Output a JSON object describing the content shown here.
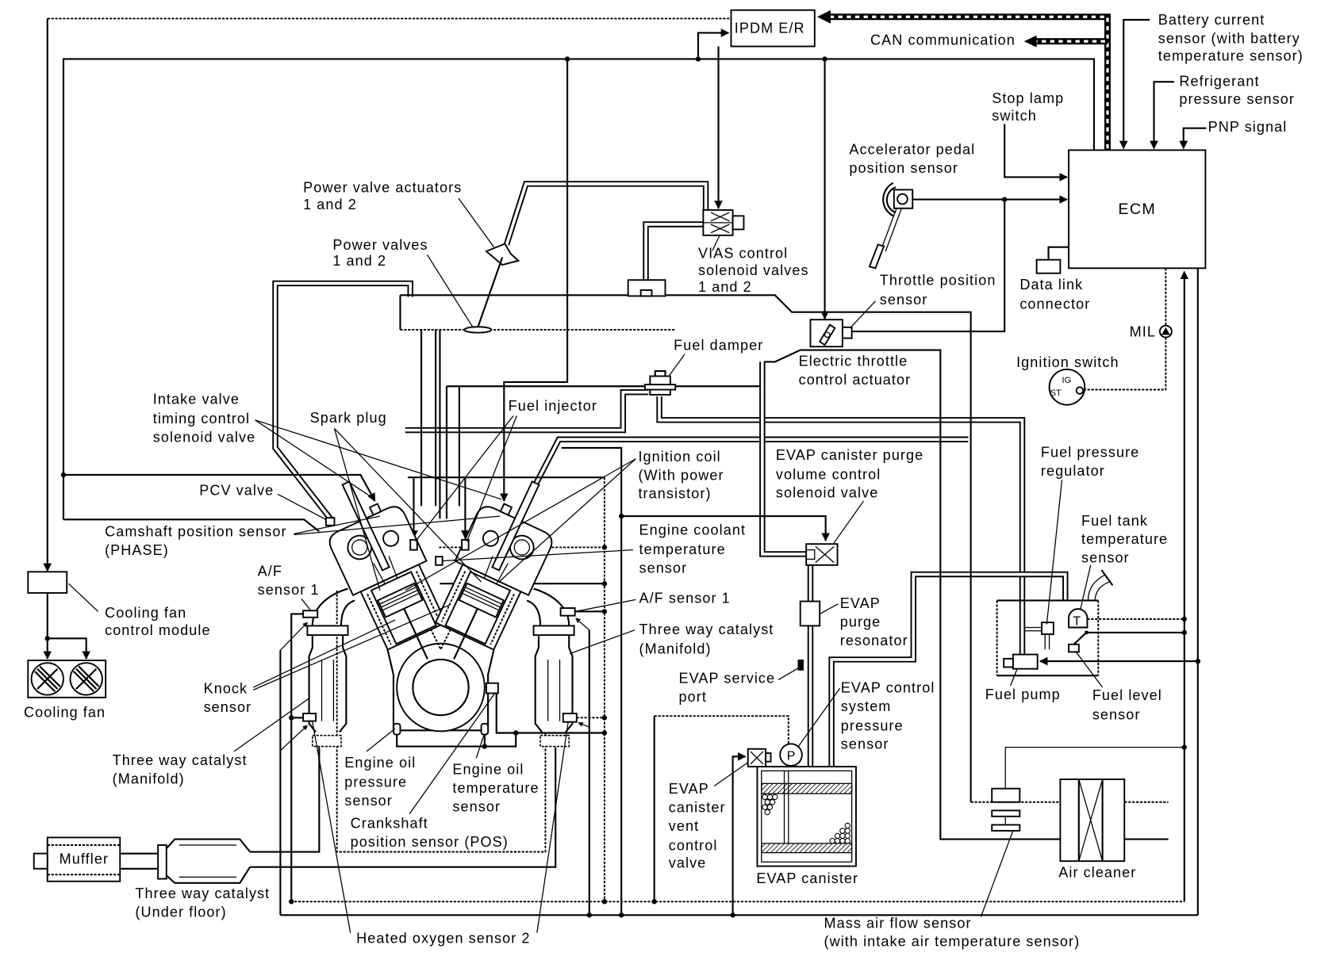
{
  "labels": {
    "ipdm": [
      "IPDM E/R"
    ],
    "can_communication": [
      "CAN communication"
    ],
    "battery_current_sensor": [
      "Battery current",
      "sensor (with battery",
      "temperature sensor)"
    ],
    "refrigerant_pressure_sensor": [
      "Refrigerant",
      "pressure sensor"
    ],
    "stop_lamp_switch": [
      "Stop lamp",
      "switch"
    ],
    "pnp_signal": [
      "PNP signal"
    ],
    "ecm": [
      "ECM"
    ],
    "accelerator_pedal_position_sensor": [
      "Accelerator pedal",
      "position sensor"
    ],
    "power_valve_actuators": [
      "Power valve actuators",
      "1 and 2"
    ],
    "power_valves": [
      "Power valves",
      "1 and 2"
    ],
    "vias_control_solenoid_valves": [
      "VIAS control",
      "solenoid valves",
      "1 and 2"
    ],
    "throttle_position_sensor": [
      "Throttle position",
      "sensor"
    ],
    "data_link_connector": [
      "Data link",
      "connector"
    ],
    "mil": [
      "MIL"
    ],
    "fuel_damper": [
      "Fuel damper"
    ],
    "electric_throttle_control_actuator": [
      "Electric throttle",
      "control actuator"
    ],
    "ignition_switch": [
      "Ignition switch"
    ],
    "intake_valve_timing_control_solenoid_valve": [
      "Intake valve",
      "timing control",
      "solenoid valve"
    ],
    "spark_plug": [
      "Spark plug"
    ],
    "fuel_injector": [
      "Fuel injector"
    ],
    "ignition_coil": [
      "Ignition coil",
      "(With power",
      "transistor)"
    ],
    "evap_canister_purge_volume_control_solenoid_valve": [
      "EVAP canister purge",
      "volume control",
      "solenoid valve"
    ],
    "fuel_pressure_regulator": [
      "Fuel pressure",
      "regulator"
    ],
    "pcv_valve": [
      "PCV valve"
    ],
    "fuel_tank_temperature_sensor": [
      "Fuel tank",
      "temperature",
      "sensor"
    ],
    "camshaft_position_sensor": [
      "Camshaft position sensor",
      "(PHASE)"
    ],
    "engine_coolant_temperature_sensor": [
      "Engine coolant",
      "temperature",
      "sensor"
    ],
    "af_sensor_1_left": [
      "A/F",
      "sensor 1"
    ],
    "af_sensor_1_right": [
      "A/F sensor 1"
    ],
    "evap_purge_resonator": [
      "EVAP",
      "purge",
      "resonator"
    ],
    "cooling_fan_control_module": [
      "Cooling fan",
      "control module"
    ],
    "three_way_catalyst_manifold_right": [
      "Three way catalyst",
      "(Manifold)"
    ],
    "evap_service_port": [
      "EVAP service",
      "port"
    ],
    "evap_control_system_pressure_sensor": [
      "EVAP control",
      "system",
      "pressure",
      "sensor"
    ],
    "fuel_pump": [
      "Fuel pump"
    ],
    "fuel_level_sensor": [
      "Fuel level",
      "sensor"
    ],
    "knock_sensor": [
      "Knock",
      "sensor"
    ],
    "cooling_fan": [
      "Cooling fan"
    ],
    "three_way_catalyst_manifold_left": [
      "Three way catalyst",
      "(Manifold)"
    ],
    "engine_oil_pressure_sensor": [
      "Engine oil",
      "pressure",
      "sensor"
    ],
    "engine_oil_temperature_sensor": [
      "Engine oil",
      "temperature",
      "sensor"
    ],
    "evap_canister_vent_control_valve": [
      "EVAP",
      "canister",
      "vent",
      "control",
      "valve"
    ],
    "crankshaft_position_sensor": [
      "Crankshaft",
      "position sensor (POS)"
    ],
    "muffler": [
      "Muffler"
    ],
    "evap_canister": [
      "EVAP canister"
    ],
    "air_cleaner": [
      "Air cleaner"
    ],
    "three_way_catalyst_under_floor": [
      "Three way catalyst",
      "(Under floor)"
    ],
    "mass_air_flow_sensor": [
      "Mass air flow sensor",
      "(with intake air temperature sensor)"
    ],
    "heated_oxygen_sensor_2": [
      "Heated oxygen sensor 2"
    ]
  },
  "symbols": {
    "pressure_sensor_glyph": "P",
    "temperature_sensor_glyph": "T",
    "ignition_switch_ig": "IG",
    "ignition_switch_st": "ST"
  }
}
